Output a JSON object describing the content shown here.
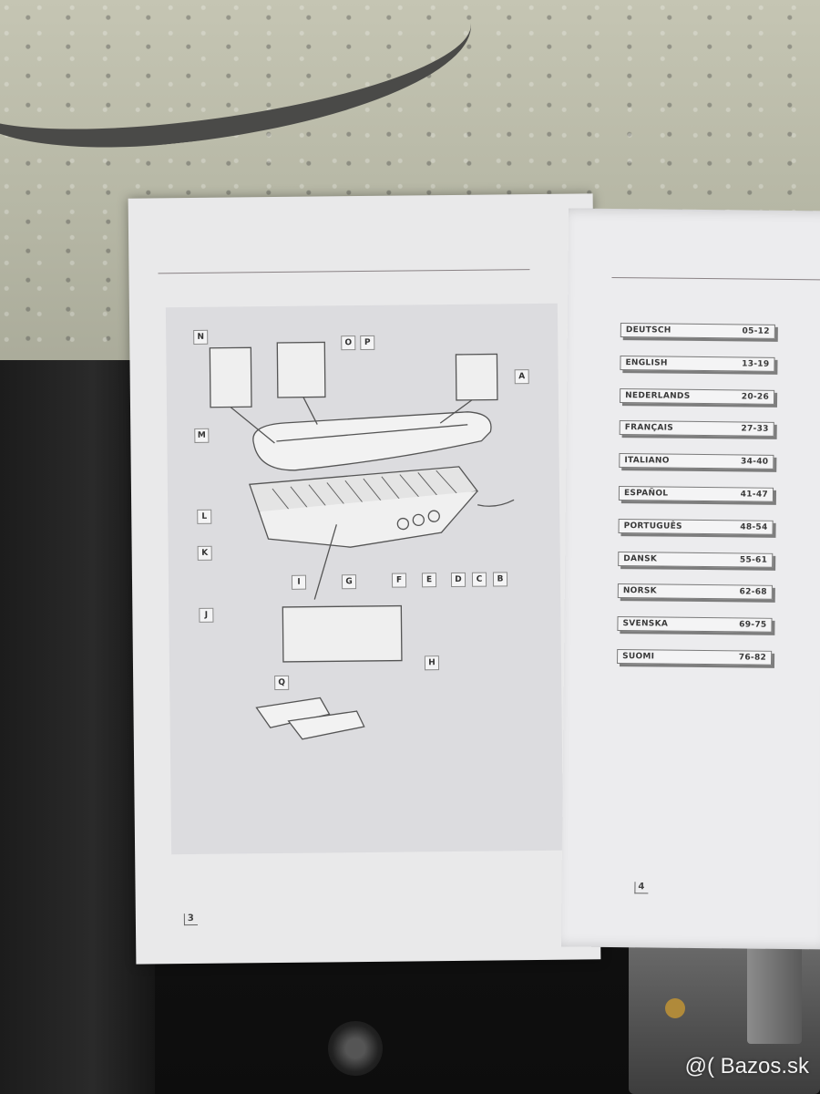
{
  "left_page": {
    "callouts": [
      "N",
      "O",
      "P",
      "A",
      "M",
      "L",
      "K",
      "J",
      "I",
      "G",
      "F",
      "E",
      "D",
      "C",
      "B",
      "H",
      "Q"
    ],
    "page_number": "3"
  },
  "right_page": {
    "languages": [
      {
        "name": "DEUTSCH",
        "pages": "05-12"
      },
      {
        "name": "ENGLISH",
        "pages": "13-19"
      },
      {
        "name": "NEDERLANDS",
        "pages": "20-26"
      },
      {
        "name": "FRANÇAIS",
        "pages": "27-33"
      },
      {
        "name": "ITALIANO",
        "pages": "34-40"
      },
      {
        "name": "ESPAÑOL",
        "pages": "41-47"
      },
      {
        "name": "PORTUGUÊS",
        "pages": "48-54"
      },
      {
        "name": "DANSK",
        "pages": "55-61"
      },
      {
        "name": "NORSK",
        "pages": "62-68"
      },
      {
        "name": "SVENSKA",
        "pages": "69-75"
      },
      {
        "name": "SUOMI",
        "pages": "76-82"
      }
    ],
    "page_number": "4"
  },
  "watermark": "@( Bazos.sk"
}
